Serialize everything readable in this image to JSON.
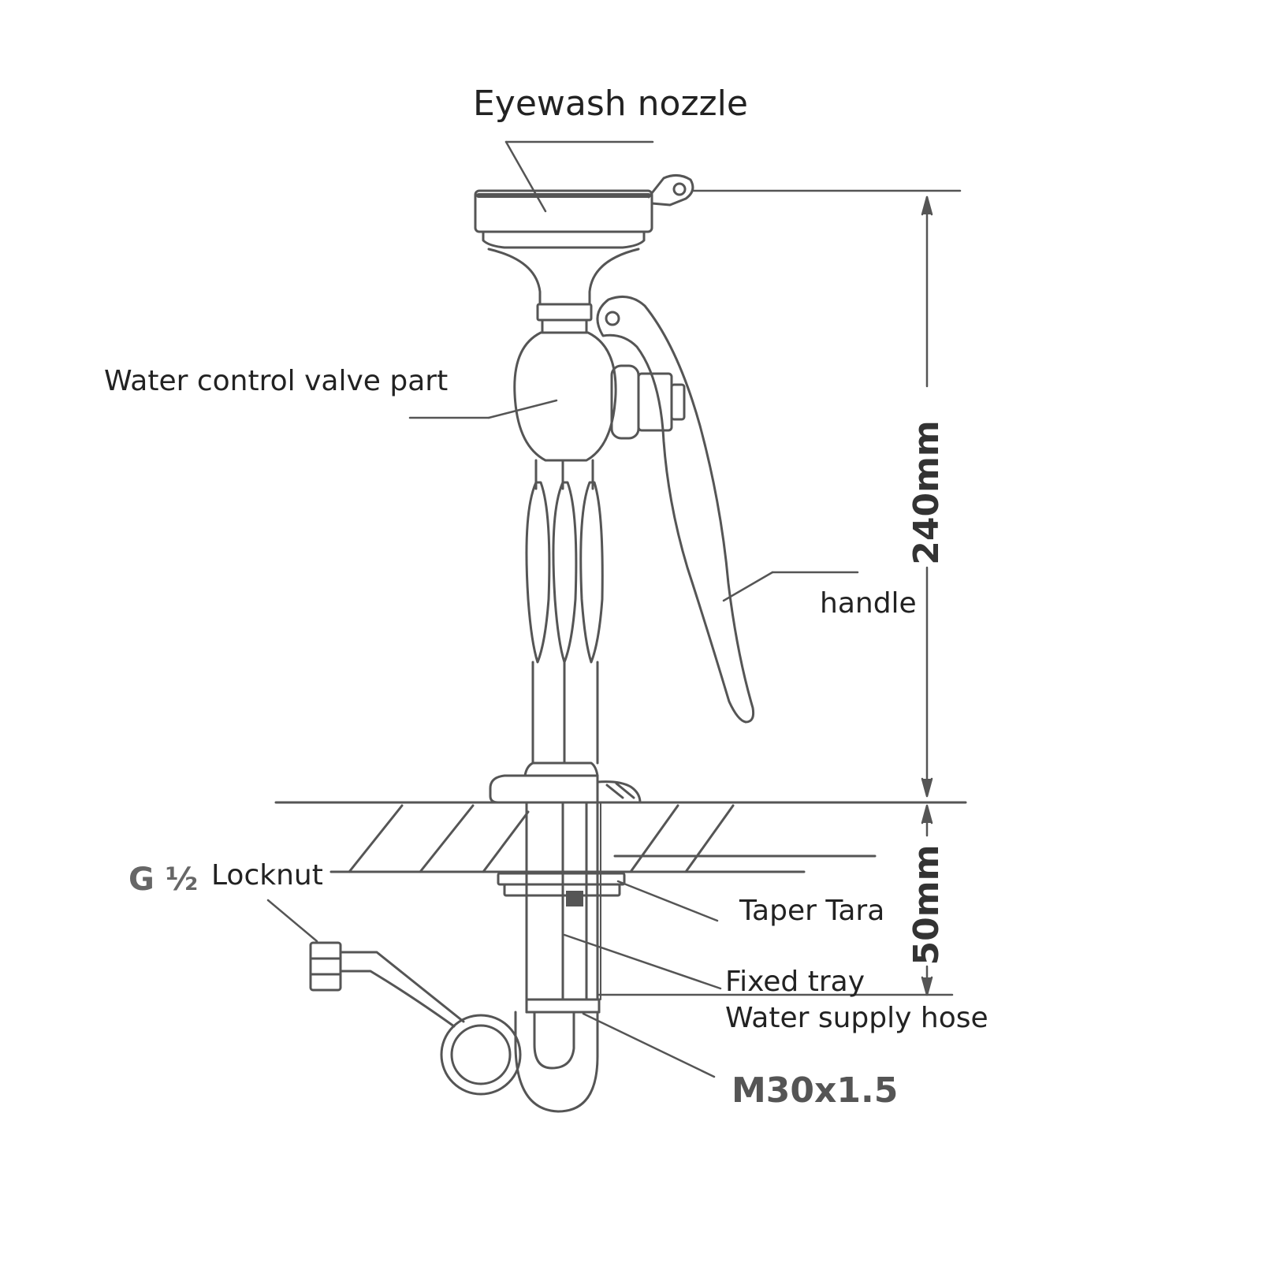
{
  "labels": {
    "eyewash_nozzle": "Eyewash nozzle",
    "water_control_valve": "Water control valve part",
    "handle": "handle",
    "locknut": "Locknut",
    "g_half": "G ½",
    "taper_tara": "Taper Tara",
    "fixed_tray": "Fixed tray",
    "water_supply_hose": "Water supply hose",
    "thread_spec": "M30x1.5"
  },
  "dimensions": {
    "upper": "240mm",
    "lower": "50mm"
  },
  "colors": {
    "line": "#555555",
    "text": "#222222"
  }
}
